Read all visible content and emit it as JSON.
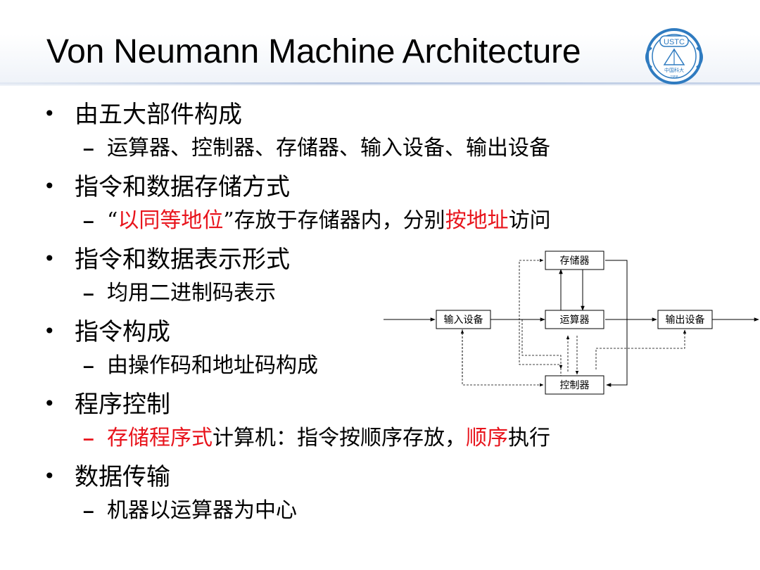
{
  "slide": {
    "title": "Von Neumann Machine Architecture",
    "logo": {
      "text": "USTC",
      "subtext": "中国科大",
      "year": "1958"
    },
    "items": [
      {
        "level": 1,
        "segments": [
          {
            "text": "由五大部件构成",
            "red": false
          }
        ]
      },
      {
        "level": 2,
        "segments": [
          {
            "text": "运算器、控制器、存储器、输入设备、输出设备",
            "red": false
          }
        ]
      },
      {
        "level": 1,
        "segments": [
          {
            "text": "指令和数据存储方式",
            "red": false
          }
        ]
      },
      {
        "level": 2,
        "segments": [
          {
            "text": "“",
            "red": false
          },
          {
            "text": "以同等地位",
            "red": true
          },
          {
            "text": "”存放于存储器内，分别",
            "red": false
          },
          {
            "text": "按地址",
            "red": true
          },
          {
            "text": "访问",
            "red": false
          }
        ]
      },
      {
        "level": 1,
        "segments": [
          {
            "text": "指令和数据表示形式",
            "red": false
          }
        ]
      },
      {
        "level": 2,
        "segments": [
          {
            "text": "均用二进制码表示",
            "red": false
          }
        ]
      },
      {
        "level": 1,
        "segments": [
          {
            "text": "指令构成",
            "red": false
          }
        ]
      },
      {
        "level": 2,
        "segments": [
          {
            "text": "由操作码和地址码构成",
            "red": false
          }
        ]
      },
      {
        "level": 1,
        "segments": [
          {
            "text": "程序控制",
            "red": false
          }
        ]
      },
      {
        "level": 2,
        "dash_red": true,
        "segments": [
          {
            "text": "存储程序式",
            "red": true
          },
          {
            "text": "计算机：指令按顺序存放，",
            "red": false
          },
          {
            "text": "顺序",
            "red": true
          },
          {
            "text": "执行",
            "red": false
          }
        ]
      },
      {
        "level": 1,
        "segments": [
          {
            "text": "数据传输",
            "red": false
          }
        ]
      },
      {
        "level": 2,
        "segments": [
          {
            "text": "机器以运算器为中心",
            "red": false
          }
        ]
      }
    ]
  },
  "diagram": {
    "memory": "存储器",
    "input_device": "输入设备",
    "alu": "运算器",
    "output_device": "输出设备",
    "controller": "控制器"
  },
  "colors": {
    "accent_red": "#e8141c",
    "logo_blue": "#2f7bc0",
    "rule_blue": "#b7c6e0"
  }
}
